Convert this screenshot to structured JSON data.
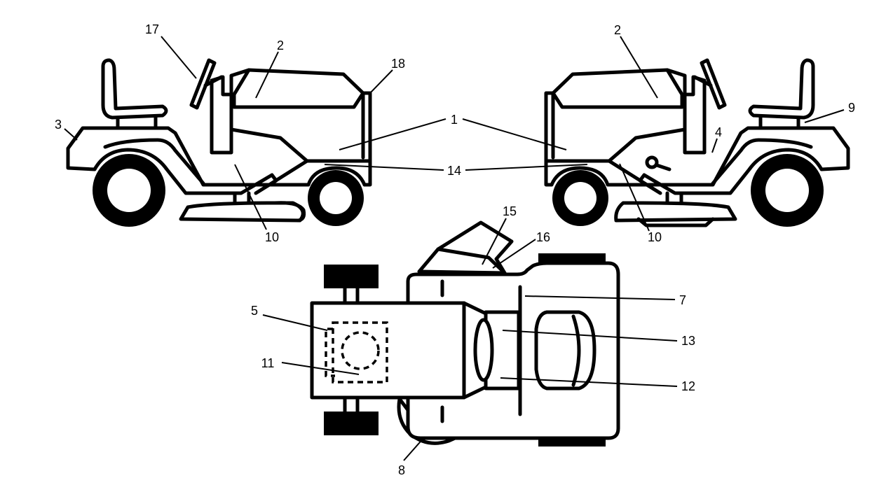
{
  "callouts": {
    "left_view": {
      "l17": "17",
      "l2": "2",
      "l18": "18",
      "l3": "3",
      "l10": "10"
    },
    "shared": {
      "l1": "1",
      "l14": "14"
    },
    "right_view": {
      "l2": "2",
      "l9": "9",
      "l4": "4",
      "l10": "10"
    },
    "top_view": {
      "l15": "15",
      "l16": "16",
      "l7": "7",
      "l5": "5",
      "l13": "13",
      "l11": "11",
      "l12": "12",
      "l8": "8"
    }
  }
}
